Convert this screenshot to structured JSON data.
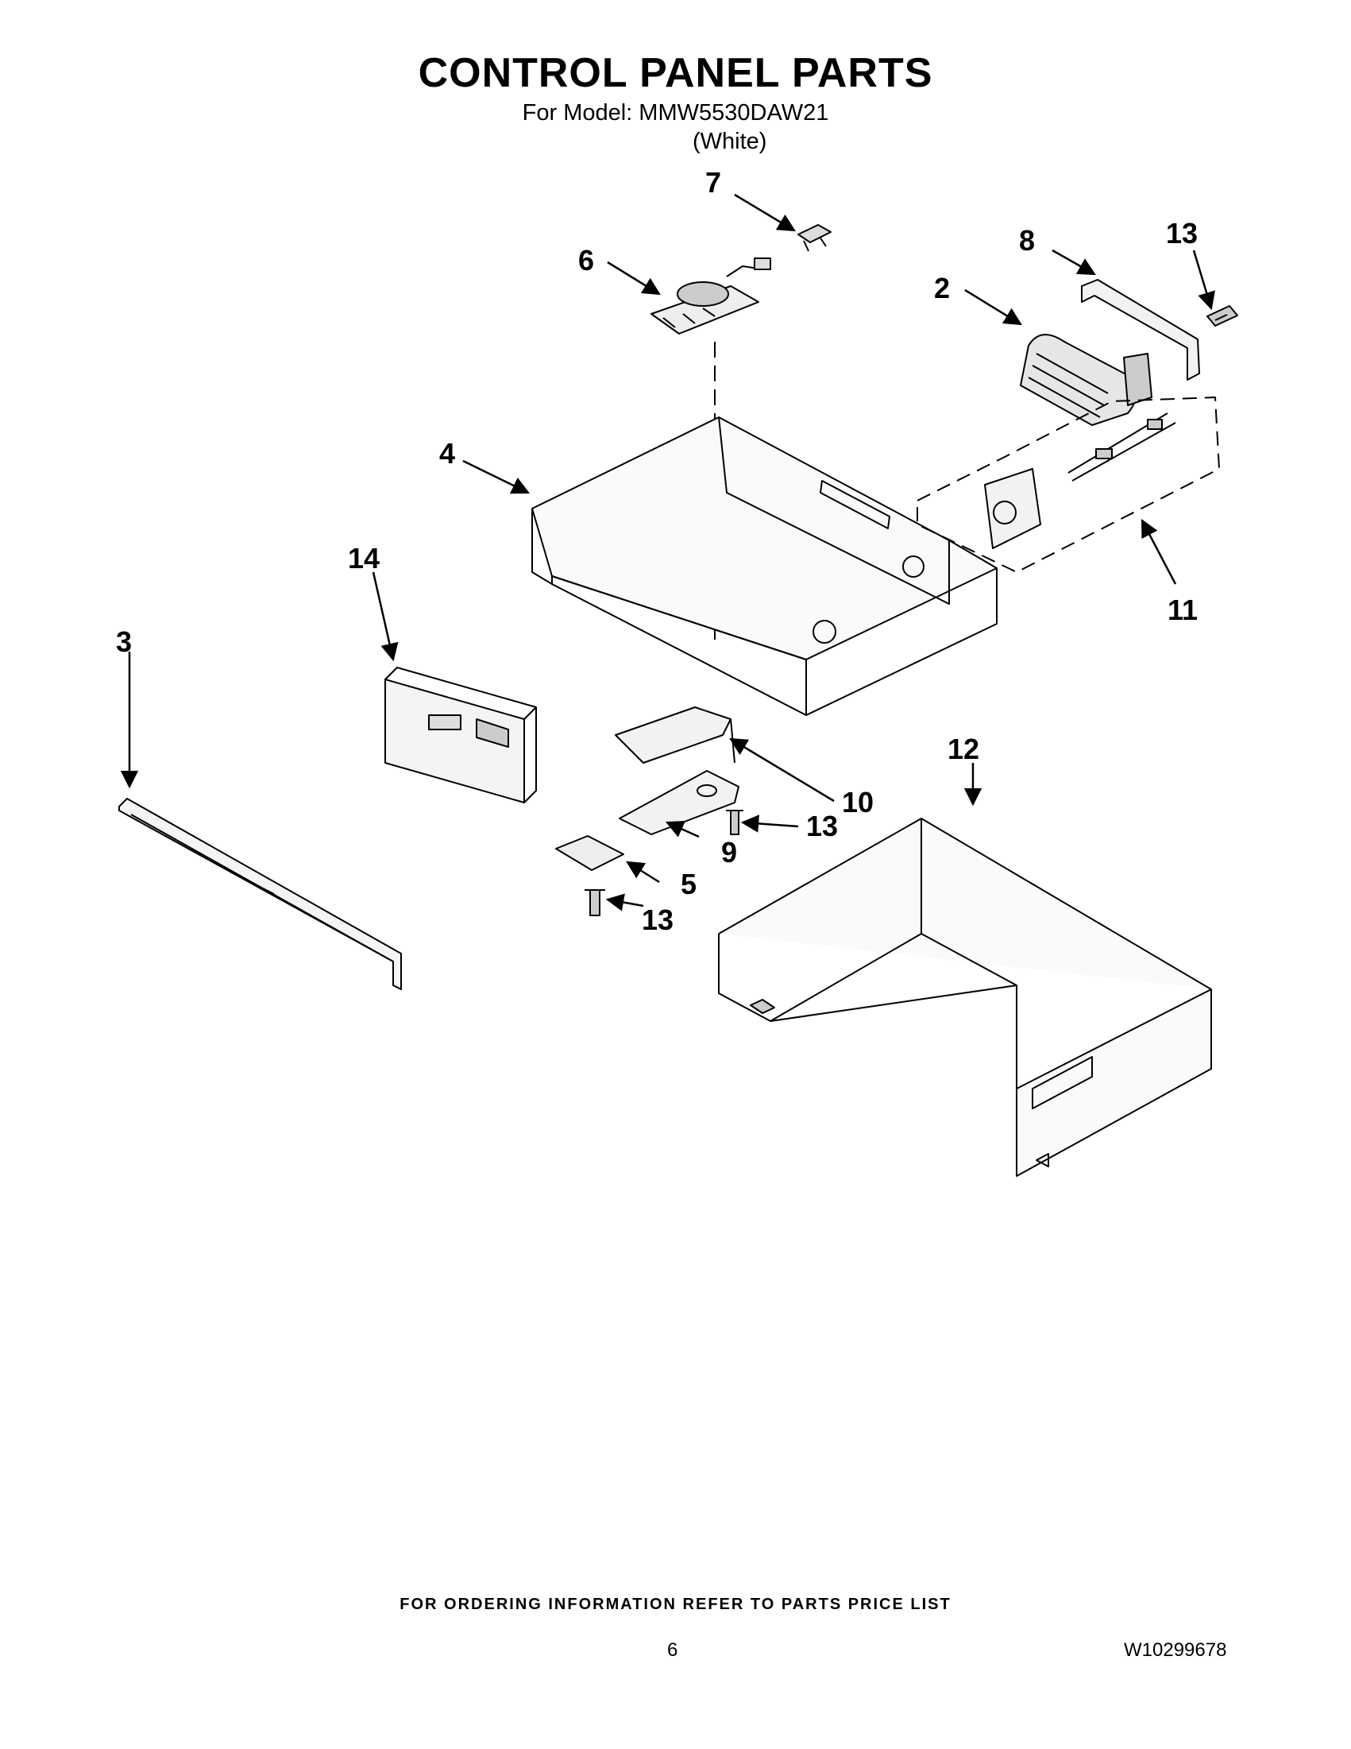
{
  "header": {
    "title": "CONTROL PANEL PARTS",
    "model_line": "For Model: MMW5530DAW21",
    "variant": "(White)"
  },
  "callouts": [
    "7",
    "6",
    "8",
    "13",
    "2",
    "4",
    "14",
    "11",
    "3",
    "10",
    "13",
    "12",
    "9",
    "5",
    "13"
  ],
  "footer": {
    "ordering_note": "FOR ORDERING INFORMATION REFER TO PARTS PRICE LIST",
    "page_number": "6",
    "document_number": "W10299678"
  }
}
